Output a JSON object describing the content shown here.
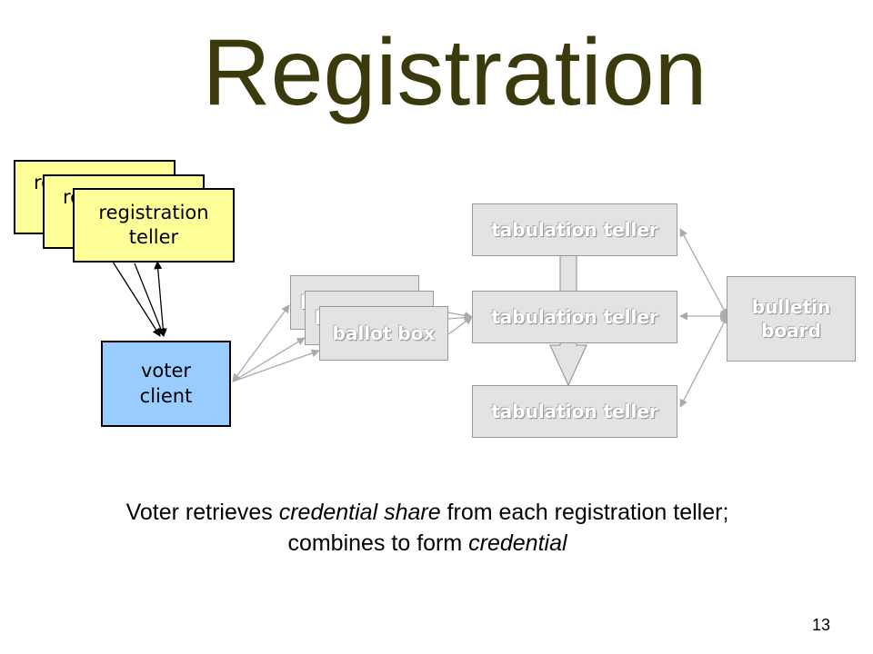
{
  "slide": {
    "title": "Registration",
    "page_number": "13"
  },
  "diagram": {
    "registration_teller": {
      "label_line1": "registration",
      "label_line2": "teller",
      "partial_back": "re",
      "partial_middle": "re"
    },
    "voter_client": {
      "label_line1": "voter",
      "label_line2": "client"
    },
    "ballot_box": {
      "label": "ballot box",
      "partial_back": "b",
      "partial_middle": "b"
    },
    "tabulation_teller": {
      "label": "tabulation teller"
    },
    "bulletin_board": {
      "label_line1": "bulletin",
      "label_line2": "board"
    }
  },
  "caption": {
    "line1_part1": "Voter retrieves ",
    "line1_em": "credential share",
    "line1_part2": " from each registration teller;",
    "line2_part1": "combines to form ",
    "line2_em": "credential"
  },
  "colors": {
    "title": "#3a3a0c",
    "registration_teller_fill": "#ffff99",
    "voter_client_fill": "#99ccff",
    "greyed_box_fill": "#e3e3e3",
    "greyed_arrow": "#aaaaaa"
  }
}
